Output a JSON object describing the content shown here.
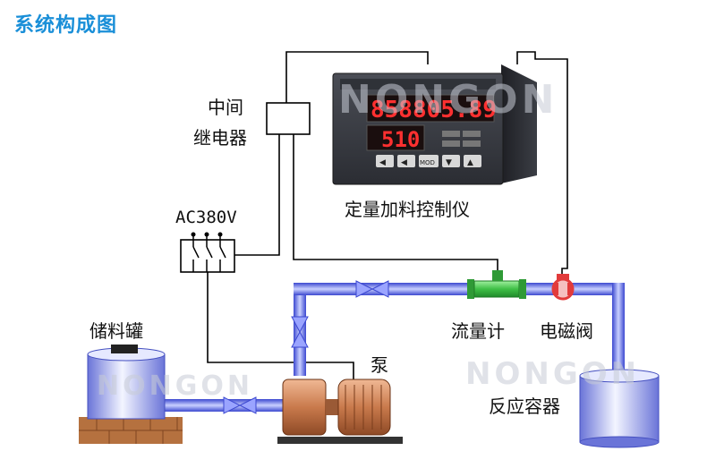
{
  "header": {
    "title": "系统构成图"
  },
  "labels": {
    "relay": [
      "中间",
      "继电器"
    ],
    "power": "AC380V",
    "controller": "定量加料控制仪",
    "storage_tank": "储料罐",
    "pump": "泵",
    "flow_meter": "流量计",
    "solenoid_valve": "电磁阀",
    "reactor": "反应容器"
  },
  "display": {
    "top_value": "858805.89",
    "bottom_value": "510",
    "buttons": [
      "◀",
      "◀",
      "MOD",
      "▼",
      "▲"
    ]
  },
  "watermark": "NONGON",
  "colors": {
    "pipe": "#5a66e6",
    "title": "#1a8fd8",
    "led": "#ff3030",
    "brick": "#b5713f",
    "flowmeter": "#44c24a",
    "valve": "#e23b3b"
  }
}
